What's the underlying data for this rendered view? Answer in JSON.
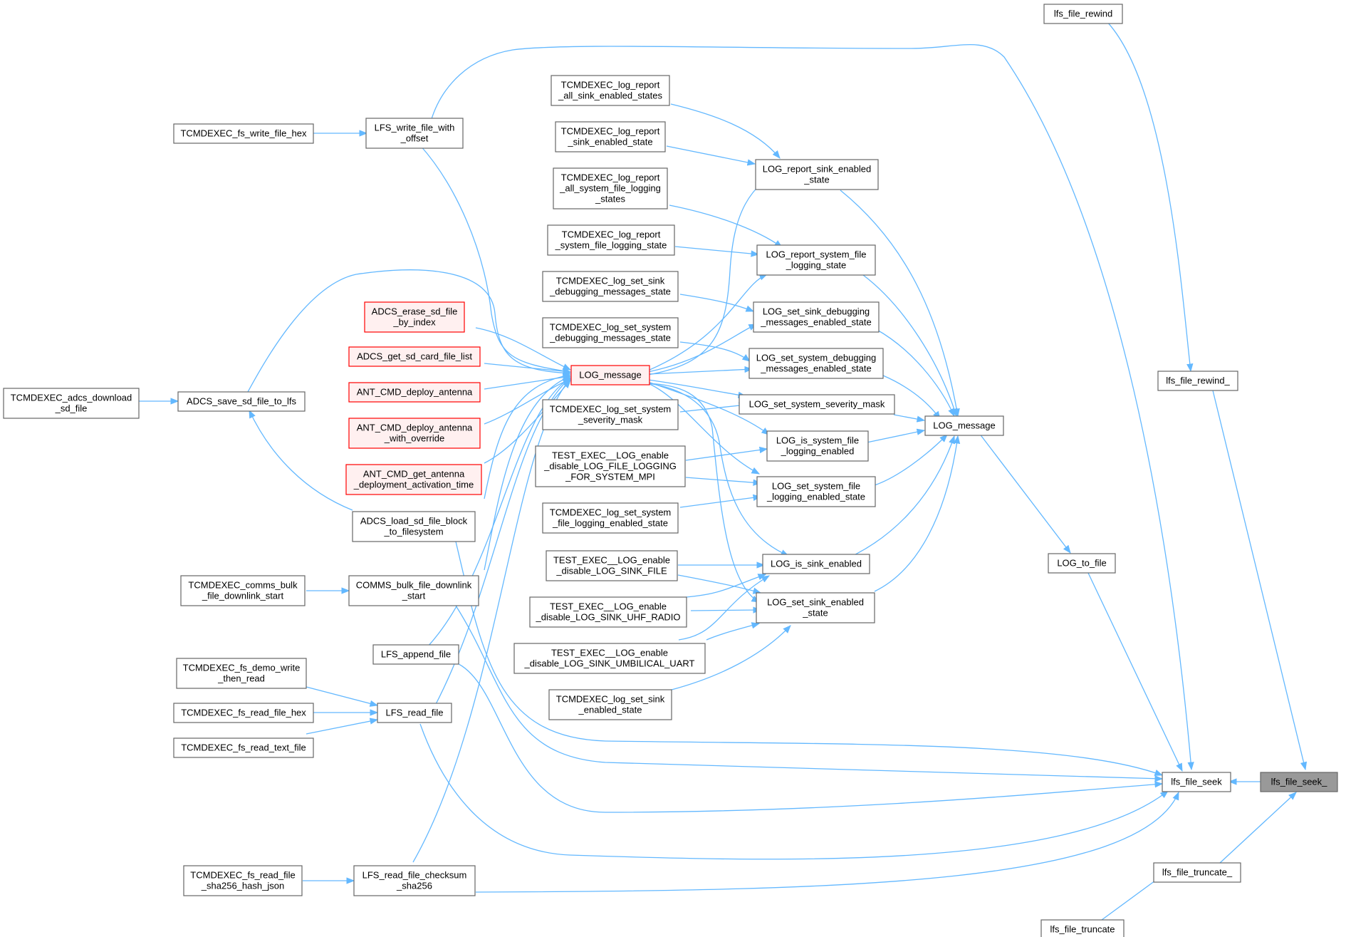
{
  "nodes": [
    {
      "id": "lfs_file_seek_",
      "lines": [
        "lfs_file_seek_"
      ],
      "style": "focus"
    },
    {
      "id": "lfs_file_seek",
      "lines": [
        "lfs_file_seek"
      ],
      "style": "normal"
    },
    {
      "id": "lfs_file_rewind_",
      "lines": [
        "lfs_file_rewind_"
      ],
      "style": "normal"
    },
    {
      "id": "lfs_file_rewind",
      "lines": [
        "lfs_file_rewind"
      ],
      "style": "normal"
    },
    {
      "id": "lfs_file_truncate_",
      "lines": [
        "lfs_file_truncate_"
      ],
      "style": "normal"
    },
    {
      "id": "lfs_file_truncate",
      "lines": [
        "lfs_file_truncate"
      ],
      "style": "normal"
    },
    {
      "id": "LOG_to_file",
      "lines": [
        "LOG_to_file"
      ],
      "style": "normal"
    },
    {
      "id": "LOG_message_main",
      "lines": [
        "LOG_message"
      ],
      "style": "normal"
    },
    {
      "id": "LOG_message_red",
      "lines": [
        "LOG_message"
      ],
      "style": "red"
    },
    {
      "id": "LOG_report_sink_enabled_state",
      "lines": [
        "LOG_report_sink_enabled",
        "_state"
      ],
      "style": "normal"
    },
    {
      "id": "LOG_report_system_file_logging_state",
      "lines": [
        "LOG_report_system_file",
        "_logging_state"
      ],
      "style": "normal"
    },
    {
      "id": "LOG_set_sink_debugging_messages_enabled_state",
      "lines": [
        "LOG_set_sink_debugging",
        "_messages_enabled_state"
      ],
      "style": "normal"
    },
    {
      "id": "LOG_set_system_debugging_messages_enabled_state",
      "lines": [
        "LOG_set_system_debugging",
        "_messages_enabled_state"
      ],
      "style": "normal"
    },
    {
      "id": "LOG_set_system_severity_mask",
      "lines": [
        "LOG_set_system_severity_mask"
      ],
      "style": "normal"
    },
    {
      "id": "LOG_is_system_file_logging_enabled",
      "lines": [
        "LOG_is_system_file",
        "_logging_enabled"
      ],
      "style": "normal"
    },
    {
      "id": "LOG_set_system_file_logging_enabled_state",
      "lines": [
        "LOG_set_system_file",
        "_logging_enabled_state"
      ],
      "style": "normal"
    },
    {
      "id": "LOG_is_sink_enabled",
      "lines": [
        "LOG_is_sink_enabled"
      ],
      "style": "normal"
    },
    {
      "id": "LOG_set_sink_enabled_state",
      "lines": [
        "LOG_set_sink_enabled",
        "_state"
      ],
      "style": "normal"
    },
    {
      "id": "TCMDEXEC_log_report_all_sink_enabled_states",
      "lines": [
        "TCMDEXEC_log_report",
        "_all_sink_enabled_states"
      ],
      "style": "normal"
    },
    {
      "id": "TCMDEXEC_log_report_sink_enabled_state",
      "lines": [
        "TCMDEXEC_log_report",
        "_sink_enabled_state"
      ],
      "style": "normal"
    },
    {
      "id": "TCMDEXEC_log_report_all_system_file_logging_states",
      "lines": [
        "TCMDEXEC_log_report",
        "_all_system_file_logging",
        "_states"
      ],
      "style": "normal"
    },
    {
      "id": "TCMDEXEC_log_report_system_file_logging_state",
      "lines": [
        "TCMDEXEC_log_report",
        "_system_file_logging_state"
      ],
      "style": "normal"
    },
    {
      "id": "TCMDEXEC_log_set_sink_debugging_messages_state",
      "lines": [
        "TCMDEXEC_log_set_sink",
        "_debugging_messages_state"
      ],
      "style": "normal"
    },
    {
      "id": "TCMDEXEC_log_set_system_debugging_messages_state",
      "lines": [
        "TCMDEXEC_log_set_system",
        "_debugging_messages_state"
      ],
      "style": "normal"
    },
    {
      "id": "TCMDEXEC_log_set_system_severity_mask",
      "lines": [
        "TCMDEXEC_log_set_system",
        "_severity_mask"
      ],
      "style": "normal"
    },
    {
      "id": "TEST_EXEC_LOG_FILE_LOGGING",
      "lines": [
        "TEST_EXEC__LOG_enable",
        "_disable_LOG_FILE_LOGGING",
        "_FOR_SYSTEM_MPI"
      ],
      "style": "normal"
    },
    {
      "id": "TCMDEXEC_log_set_system_file_logging_enabled_state",
      "lines": [
        "TCMDEXEC_log_set_system",
        "_file_logging_enabled_state"
      ],
      "style": "normal"
    },
    {
      "id": "TEST_EXEC_LOG_SINK_FILE",
      "lines": [
        "TEST_EXEC__LOG_enable",
        "_disable_LOG_SINK_FILE"
      ],
      "style": "normal"
    },
    {
      "id": "TEST_EXEC_LOG_SINK_UHF_RADIO",
      "lines": [
        "TEST_EXEC__LOG_enable",
        "_disable_LOG_SINK_UHF_RADIO"
      ],
      "style": "normal"
    },
    {
      "id": "TEST_EXEC_LOG_SINK_UMBILICAL_UART",
      "lines": [
        "TEST_EXEC__LOG_enable",
        "_disable_LOG_SINK_UMBILICAL_UART"
      ],
      "style": "normal"
    },
    {
      "id": "TCMDEXEC_log_set_sink_enabled_state",
      "lines": [
        "TCMDEXEC_log_set_sink",
        "_enabled_state"
      ],
      "style": "normal"
    },
    {
      "id": "ADCS_erase_sd_file_by_index",
      "lines": [
        "ADCS_erase_sd_file",
        "_by_index"
      ],
      "style": "red"
    },
    {
      "id": "ADCS_get_sd_card_file_list",
      "lines": [
        "ADCS_get_sd_card_file_list"
      ],
      "style": "red"
    },
    {
      "id": "ANT_CMD_deploy_antenna",
      "lines": [
        "ANT_CMD_deploy_antenna"
      ],
      "style": "red"
    },
    {
      "id": "ANT_CMD_deploy_antenna_with_override",
      "lines": [
        "ANT_CMD_deploy_antenna",
        "_with_override"
      ],
      "style": "red"
    },
    {
      "id": "ANT_CMD_get_antenna_deployment_activation_time",
      "lines": [
        "ANT_CMD_get_antenna",
        "_deployment_activation_time"
      ],
      "style": "red"
    },
    {
      "id": "LFS_write_file_with_offset",
      "lines": [
        "LFS_write_file_with",
        "_offset"
      ],
      "style": "normal"
    },
    {
      "id": "TCMDEXEC_fs_write_file_hex",
      "lines": [
        "TCMDEXEC_fs_write_file_hex"
      ],
      "style": "normal"
    },
    {
      "id": "ADCS_save_sd_file_to_lfs",
      "lines": [
        "ADCS_save_sd_file_to_lfs"
      ],
      "style": "normal"
    },
    {
      "id": "TCMDEXEC_adcs_download_sd_file",
      "lines": [
        "TCMDEXEC_adcs_download",
        "_sd_file"
      ],
      "style": "normal"
    },
    {
      "id": "ADCS_load_sd_file_block_to_filesystem",
      "lines": [
        "ADCS_load_sd_file_block",
        "_to_filesystem"
      ],
      "style": "normal"
    },
    {
      "id": "COMMS_bulk_file_downlink_start",
      "lines": [
        "COMMS_bulk_file_downlink",
        "_start"
      ],
      "style": "normal"
    },
    {
      "id": "TCMDEXEC_comms_bulk_file_downlink_start",
      "lines": [
        "TCMDEXEC_comms_bulk",
        "_file_downlink_start"
      ],
      "style": "normal"
    },
    {
      "id": "LFS_append_file",
      "lines": [
        "LFS_append_file"
      ],
      "style": "normal"
    },
    {
      "id": "LFS_read_file",
      "lines": [
        "LFS_read_file"
      ],
      "style": "normal"
    },
    {
      "id": "TCMDEXEC_fs_demo_write_then_read",
      "lines": [
        "TCMDEXEC_fs_demo_write",
        "_then_read"
      ],
      "style": "normal"
    },
    {
      "id": "TCMDEXEC_fs_read_file_hex",
      "lines": [
        "TCMDEXEC_fs_read_file_hex"
      ],
      "style": "normal"
    },
    {
      "id": "TCMDEXEC_fs_read_text_file",
      "lines": [
        "TCMDEXEC_fs_read_text_file"
      ],
      "style": "normal"
    },
    {
      "id": "LFS_read_file_checksum_sha256",
      "lines": [
        "LFS_read_file_checksum",
        "_sha256"
      ],
      "style": "normal"
    },
    {
      "id": "TCMDEXEC_fs_read_file_sha256_hash_json",
      "lines": [
        "TCMDEXEC_fs_read_file",
        "_sha256_hash_json"
      ],
      "style": "normal"
    }
  ]
}
